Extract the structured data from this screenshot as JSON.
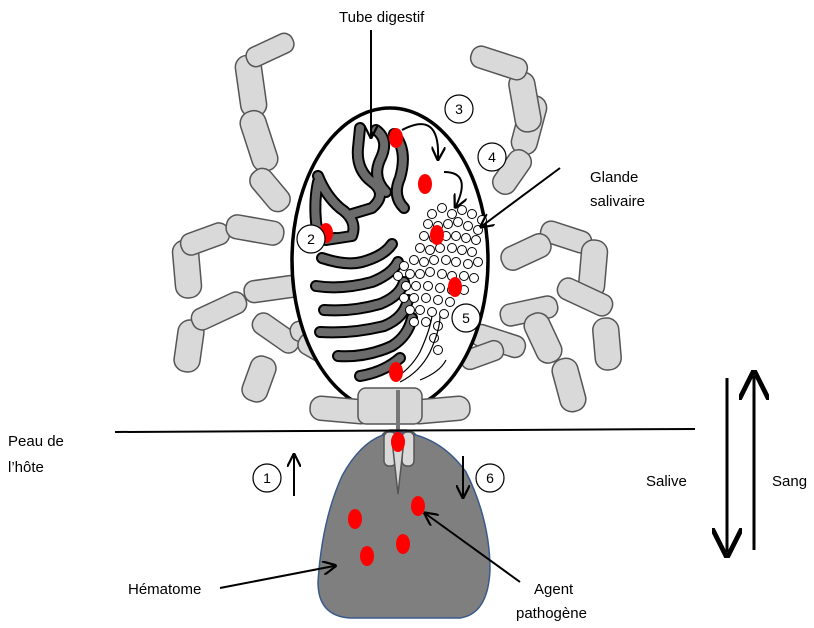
{
  "labels": {
    "tube_digestif": "Tube digestif",
    "glande_line1": "Glande",
    "glande_line2": "salivaire",
    "peau_line1": "Peau de",
    "peau_line2": "l’hôte",
    "salive": "Salive",
    "sang": "Sang",
    "hematome": "Hématome",
    "agent_line1": "Agent",
    "agent_line2": "pathogène"
  },
  "steps": {
    "s1": "1",
    "s2": "2",
    "s3": "3",
    "s4": "4",
    "s5": "5",
    "s6": "6"
  },
  "colors": {
    "pathogen": "#ff0000",
    "hematoma": "#7f7f7f",
    "hematoma_border": "#3a5a8c",
    "gut": "#6b6b6b",
    "legs": "#d9d9d9"
  }
}
